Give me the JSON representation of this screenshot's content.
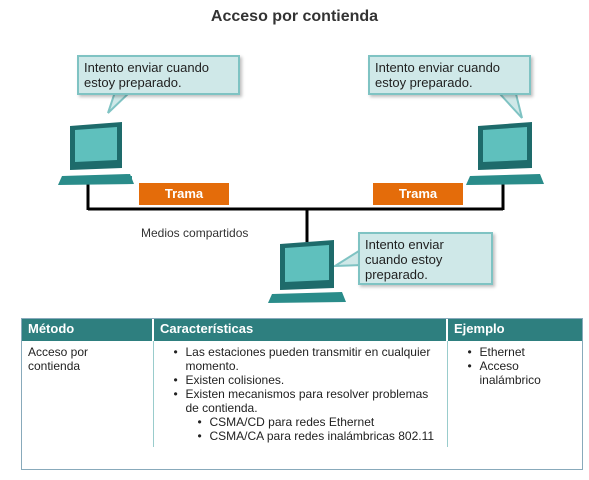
{
  "title": "Acceso por contienda",
  "bubbles": {
    "left": [
      "Intento enviar cuando",
      "estoy preparado."
    ],
    "right": [
      "Intento enviar cuando",
      "estoy preparado."
    ],
    "bottom": [
      "Intento enviar",
      "cuando estoy",
      "preparado."
    ]
  },
  "frames": {
    "left": "Trama",
    "right": "Trama"
  },
  "media_label": "Medios compartidos",
  "colors": {
    "frame": "#e46c0a",
    "bubble": "#cfe8e8",
    "header": "#2e7f7f"
  },
  "table": {
    "headers": [
      "Método",
      "Características",
      "Ejemplo"
    ],
    "method": [
      "Acceso por",
      "contienda"
    ],
    "characteristics": [
      "Las estaciones pueden transmitir en cualquier momento.",
      "Existen colisiones.",
      "Existen mecanismos para resolver problemas de contienda."
    ],
    "sub_items": [
      "CSMA/CD para redes Ethernet",
      "CSMA/CA para redes inalámbricas 802.11"
    ],
    "examples": [
      "Ethernet",
      "Acceso inalámbrico"
    ]
  }
}
